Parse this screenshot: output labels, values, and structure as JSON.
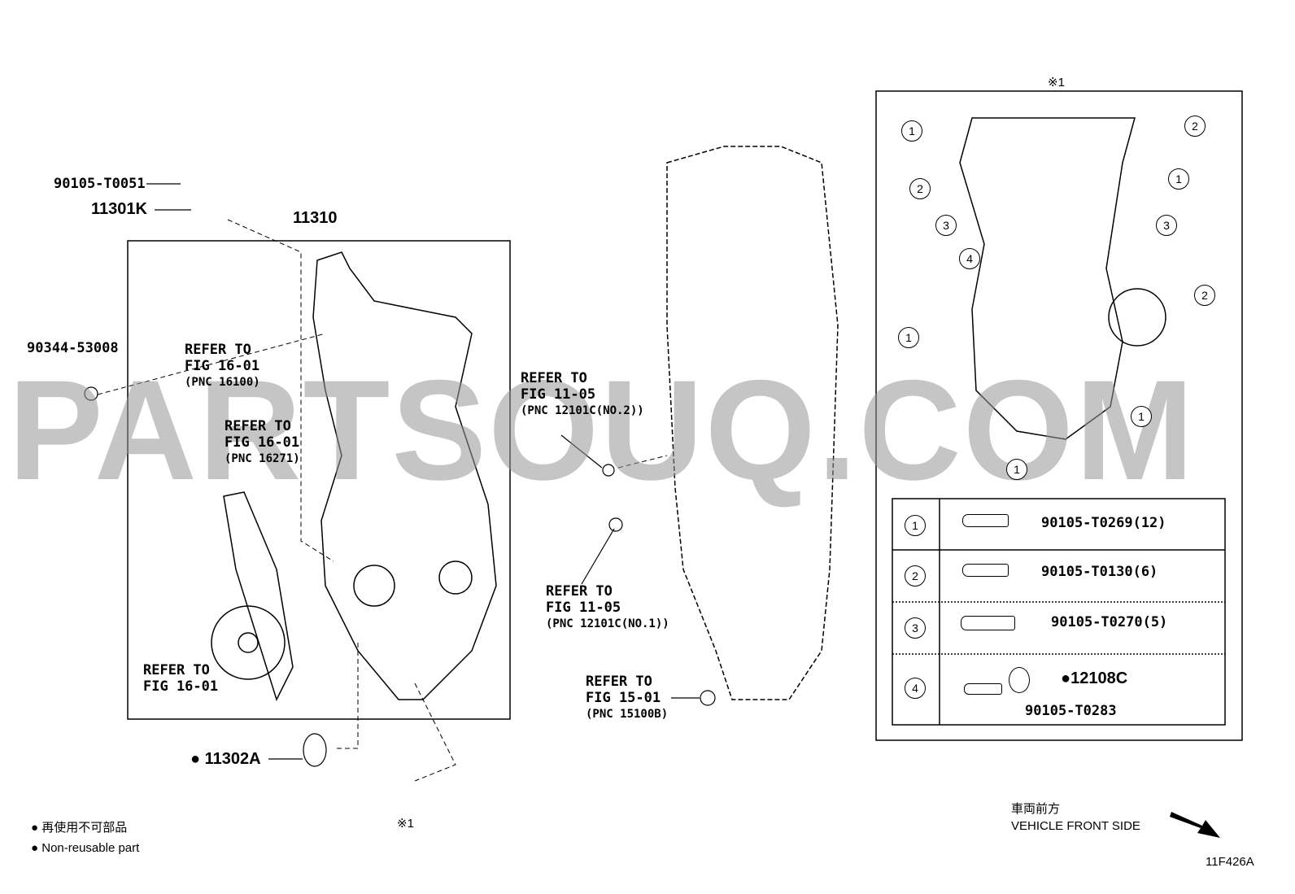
{
  "labels": {
    "p90105_t0051": "90105-T0051",
    "p11301k": "11301K",
    "p11310": "11310",
    "p90344_53008": "90344-53008",
    "refer_16100": [
      "REFER TO",
      "FIG 16-01",
      "(PNC 16100)"
    ],
    "refer_16271": [
      "REFER TO",
      "FIG 16-01",
      "(PNC 16271)"
    ],
    "refer_16_01": [
      "REFER TO",
      "FIG 16-01"
    ],
    "refer_11_05_no2": [
      "REFER TO",
      "FIG 11-05",
      "(PNC 12101C(NO.2))"
    ],
    "refer_11_05_no1": [
      "REFER TO",
      "FIG 11-05",
      "(PNC 12101C(NO.1))"
    ],
    "refer_15_01": [
      "REFER TO",
      "FIG 15-01",
      "(PNC 15100B)"
    ],
    "p11302a": "11302A",
    "note_mark": "※1",
    "detail_title": "※1"
  },
  "bolt_table": [
    {
      "num": "1",
      "part": "90105-T0269(12)"
    },
    {
      "num": "2",
      "part": "90105-T0130(6)"
    },
    {
      "num": "3",
      "part": "90105-T0270(5)"
    },
    {
      "num": "4",
      "part": "90105-T0283",
      "extra": "12108C"
    }
  ],
  "detail_callouts": [
    "1",
    "2",
    "1",
    "2",
    "3",
    "3",
    "4",
    "2",
    "1",
    "1",
    "1"
  ],
  "legend": {
    "jp": "再使用不可部品",
    "en": "Non-reusable part"
  },
  "front": {
    "jp": "車両前方",
    "en": "VEHICLE FRONT SIDE"
  },
  "figure_id": "11F426A",
  "watermark": "PARTSOUQ.COM"
}
